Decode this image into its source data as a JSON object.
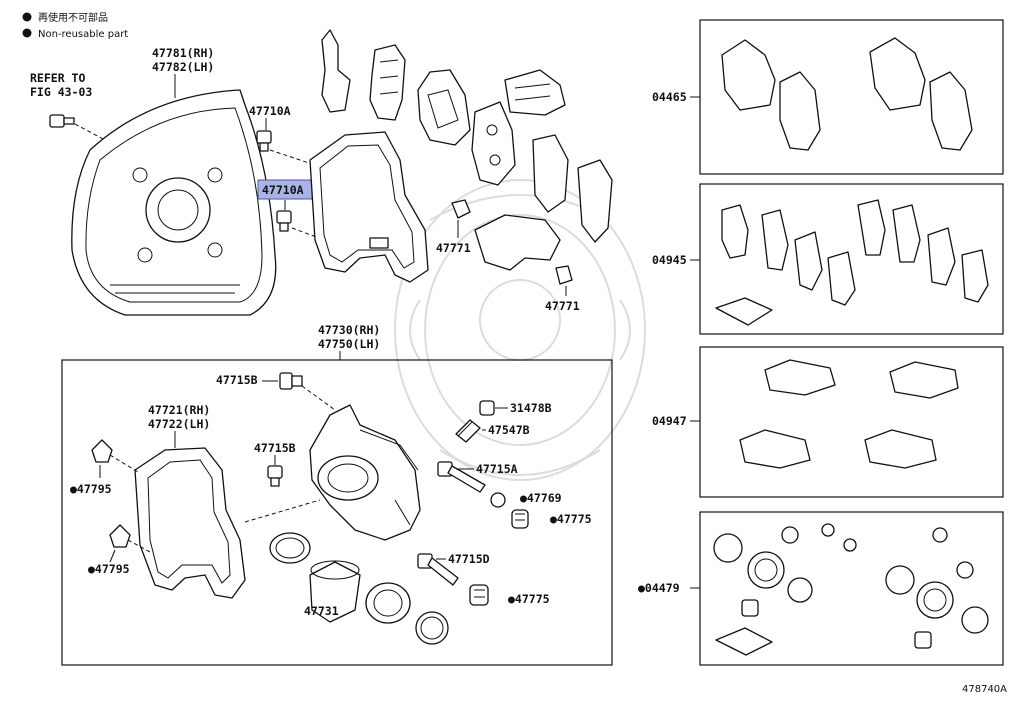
{
  "legend": {
    "non_reusable_jp": "再使用不可部品",
    "non_reusable_en": "Non-reusable part"
  },
  "refer": {
    "line1": "REFER TO",
    "line2": "FIG 43-03"
  },
  "labels": {
    "dust_cover_rh": "47781(RH)",
    "dust_cover_lh": "47782(LH)",
    "bolt_a_top": "47710A",
    "bolt_a_selected": "47710A",
    "clip_1": "47771",
    "clip_2": "47771",
    "caliper_rh": "47730(RH)",
    "caliper_lh": "47750(LH)",
    "bolt_b_top": "47715B",
    "bolt_b_mid": "47715B",
    "cylinder_rh": "47721(RH)",
    "cylinder_lh": "47722(LH)",
    "seal_1": "●47795",
    "seal_2": "●47795",
    "piston": "47731",
    "cap": "31478B",
    "bleeder": "47547B",
    "bolt_a": "47715A",
    "bolt_d": "47715D",
    "bush_1": "●47769",
    "bush_2": "●47775",
    "bush_3": "●47775"
  },
  "kits": {
    "pad_kit": "04465",
    "shim_kit": "04945",
    "fitting_kit": "04947",
    "cylinder_kit": "●04479"
  },
  "figure_code": "478740A"
}
